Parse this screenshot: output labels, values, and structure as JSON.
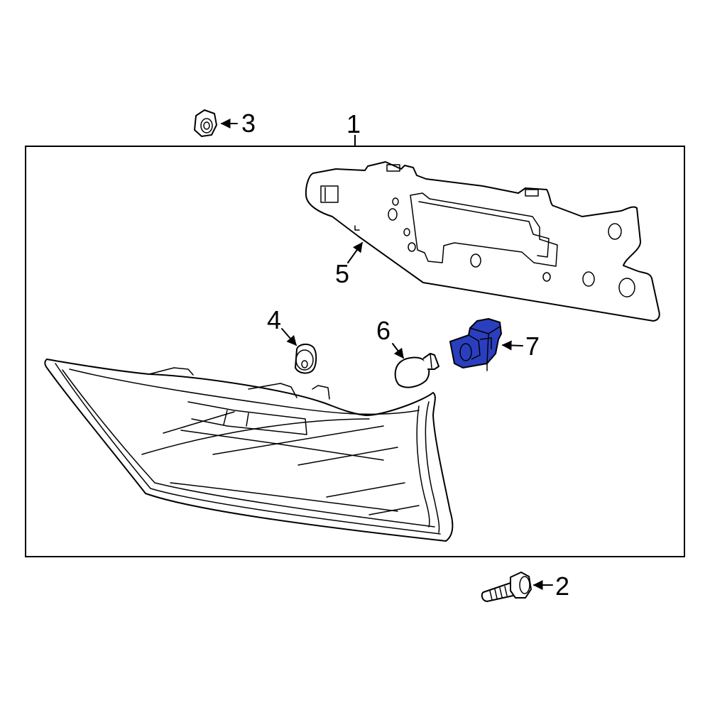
{
  "callouts": {
    "c1": "1",
    "c2": "2",
    "c3": "3",
    "c4": "4",
    "c5": "5",
    "c6": "6",
    "c7": "7"
  },
  "colors": {
    "highlight": "#2a3fbf",
    "line": "#000000",
    "background": "#ffffff"
  }
}
